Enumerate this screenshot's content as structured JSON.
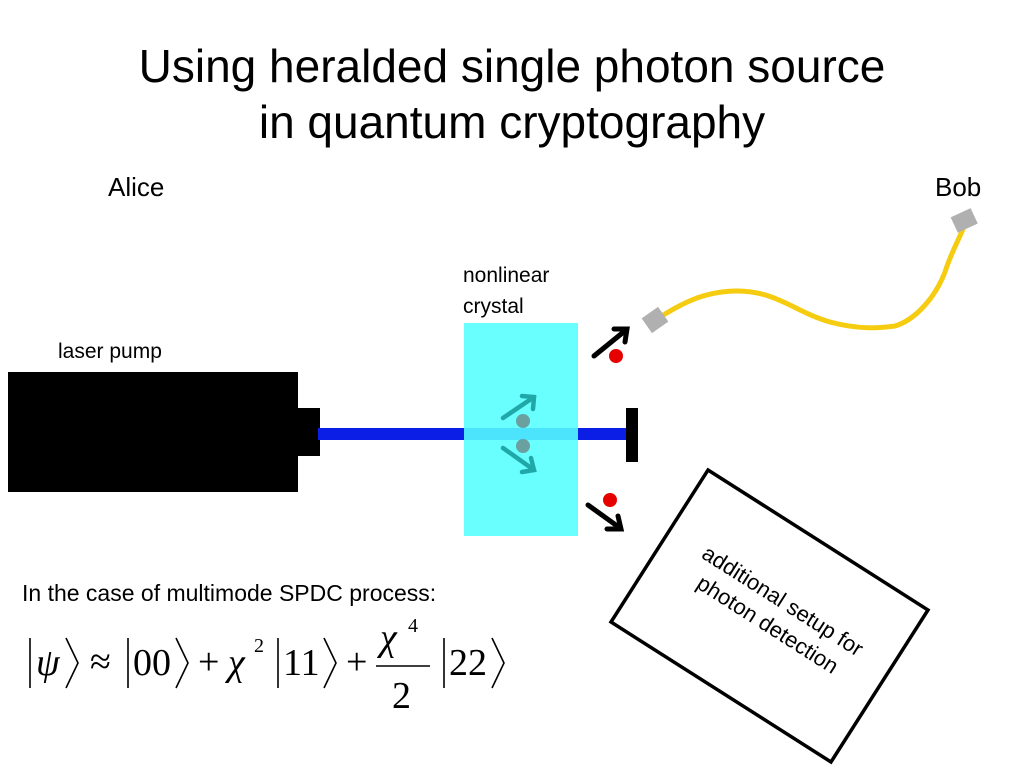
{
  "title": {
    "line1": "Using heralded single photon source",
    "line2": "in quantum cryptography"
  },
  "labels": {
    "alice": "Alice",
    "bob": "Bob",
    "crystal_line1": "nonlinear",
    "crystal_line2": "crystal",
    "laser_pump": "laser pump",
    "detection_line1": "additional setup for",
    "detection_line2": "photon detection"
  },
  "caption": "In the case of multimode SPDC process:",
  "formula": {
    "psi": "ψ",
    "approx": "≈",
    "ket00": "00",
    "plus": "+",
    "chi": "χ",
    "exp2": "2",
    "ket11": "11",
    "exp4": "4",
    "denominator": "2",
    "ket22": "22"
  },
  "colors": {
    "pump_beam": "#0a1ee6",
    "crystal": "#55ffff",
    "fiber": "#f5cc10",
    "photon": "#e60000",
    "coupler": "#b0b0b0",
    "inner_arrow": "#20a8a8",
    "inner_dot": "#6aa0a0"
  }
}
